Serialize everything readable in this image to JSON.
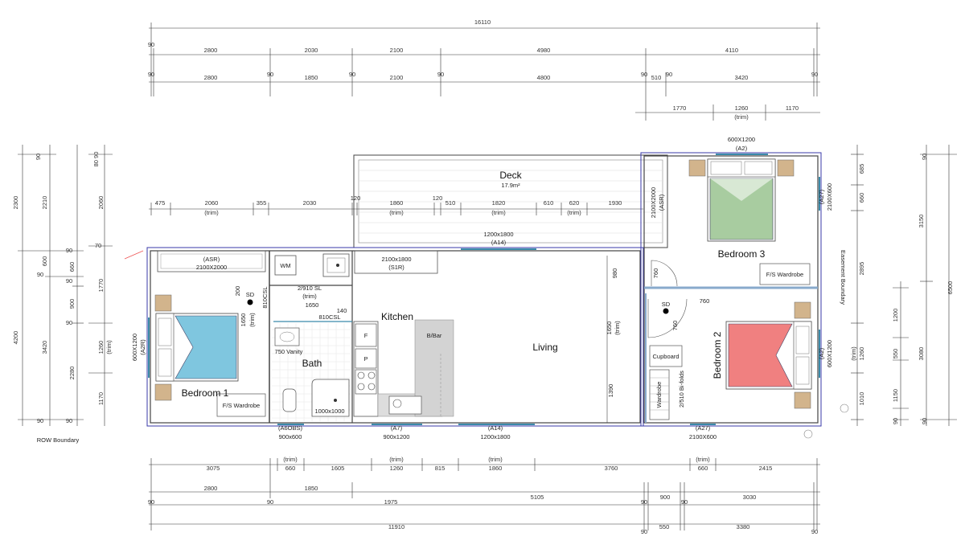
{
  "rooms": {
    "deck": "Deck",
    "deck_area": "17.9m²",
    "kitchen": "Kitchen",
    "living": "Living",
    "bath": "Bath",
    "bed1": "Bedroom 1",
    "bed2": "Bedroom 2",
    "bed3": "Bedroom 3",
    "bbar": "B/Bar",
    "cupboard": "Cupboard",
    "wardrobe": "Wardrobe"
  },
  "labels": {
    "row_boundary": "ROW Boundary",
    "easement_boundary": "Easement Boundary",
    "fs_wardrobe": "F/S Wardrobe",
    "wm": "WM",
    "fridge": "F",
    "pantry": "P",
    "vanity": "750 Vanity",
    "shower": "1000x1000",
    "sd": "SD",
    "sl_door": "2/910 SL",
    "trim": "(trim)",
    "csl_810": "810CSL",
    "bifolds": "2/510 Bi-folds",
    "d1650": "1650",
    "d140": "140",
    "d200": "200",
    "d760": "760",
    "d980": "980",
    "d1390": "1390",
    "d1650v": "1650"
  },
  "windows": {
    "w_top_asr": "(ASR)",
    "w_top_asr_size": "2100X2000",
    "w_s1r": "2100x1800",
    "w_s1r_code": "(S1R)",
    "w_a14_top": "1200x1800",
    "w_a14_top_code": "(A14)",
    "w_a2_top": "600X1200",
    "w_a2_top_code": "(A2)",
    "w_bed3_a27": "(A27)",
    "w_bed3_a27_size": "2100X600",
    "w_deck_asr": "2100X2000",
    "w_deck_asr_code": "(ASR)",
    "w_bed1_a2r": "600X1200",
    "w_bed1_a2r_code": "(A2R)",
    "w_bed2_a2": "600X1200",
    "w_bed2_a2_code": "(A2)",
    "w_a6obs": "(A6OBS)",
    "w_a6obs_size": "900x600",
    "w_a7": "(A7)",
    "w_a7_size": "900x1200",
    "w_a14_bot": "(A14)",
    "w_a14_bot_size": "1200x1800",
    "w_a27_bot": "(A27)",
    "w_a27_bot_size": "2100X600"
  },
  "dims": {
    "top_total": "16110",
    "top_row1": [
      "90",
      "2800",
      "2030",
      "2100",
      "4980",
      "4110"
    ],
    "top_row2": [
      "90",
      "2800",
      "90",
      "1850",
      "90",
      "2100",
      "90",
      "4800",
      "90",
      "510",
      "90",
      "3420",
      "90"
    ],
    "top_row3": [
      "1770",
      "1260",
      "1170"
    ],
    "deck_row": [
      "475",
      "2060",
      "355",
      "2030",
      "120",
      "1860",
      "120",
      "510",
      "1820",
      "610",
      "620",
      "1930"
    ],
    "bottom_row1": [
      "3075",
      "660",
      "1605",
      "1260",
      "815",
      "1860",
      "3760",
      "660",
      "2415"
    ],
    "bottom_row2": [
      "2800",
      "1850",
      "5105",
      "3030"
    ],
    "bottom_row3": [
      "90",
      "90",
      "1975",
      "90",
      "900",
      "90"
    ],
    "bottom_total": "11910",
    "bottom_row4": [
      "90",
      "550",
      "3380",
      "90"
    ],
    "left_col1": [
      "2300",
      "4200"
    ],
    "left_col2": [
      "90",
      "2210",
      "600",
      "90",
      "3420",
      "90"
    ],
    "left_col3": [
      "80 90",
      "2060",
      "70",
      "90",
      "660",
      "90",
      "900",
      "90",
      "2280",
      "90"
    ],
    "left_col4": [
      "1770",
      "1260",
      "1170"
    ],
    "right_col1": [
      "685",
      "660",
      "2895"
    ],
    "right_col2": [
      "3150",
      "6500",
      "90",
      "90"
    ],
    "right_col3": [
      "1200",
      "550",
      "1150",
      "3080",
      "90"
    ],
    "right_col4": [
      "1260",
      "1010"
    ]
  }
}
